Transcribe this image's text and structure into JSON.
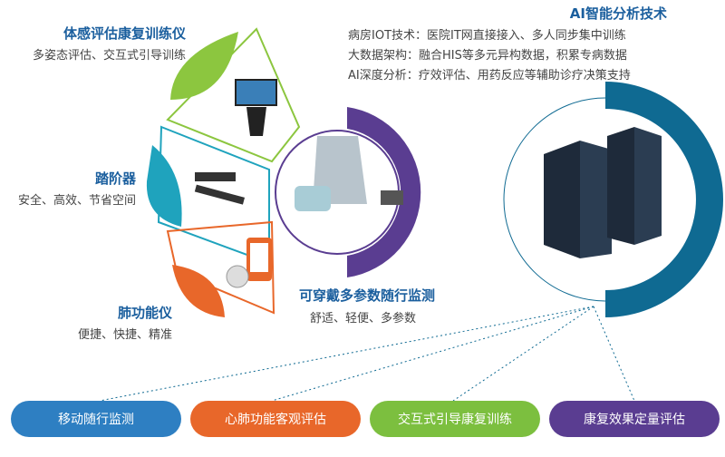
{
  "devices": [
    {
      "title": "体感评估康复训练仪",
      "desc": "多姿态评估、交互式引导训练",
      "color": "#8cc63f"
    },
    {
      "title": "踏阶器",
      "desc": "安全、高效、节省空间",
      "color": "#1fa3bd"
    },
    {
      "title": "肺功能仪",
      "desc": "便捷、快捷、精准",
      "color": "#e8672a"
    }
  ],
  "wearable": {
    "title": "可穿戴多参数随行监测",
    "desc": "舒适、轻便、多参数",
    "color": "#5a3d91"
  },
  "ai": {
    "title": "AI智能分析技术",
    "lines": [
      "病房IOT技术：医院IT网直接接入、多人同步集中训练",
      "大数据架构：融合HIS等多元异构数据，积累专病数据",
      "AI深度分析：疗效评估、用药反应等辅助诊疗决策支持"
    ],
    "color": "#0f6a92"
  },
  "pills": [
    {
      "label": "移动随行监测",
      "color": "#2e7fc2"
    },
    {
      "label": "心肺功能客观评估",
      "color": "#e8672a"
    },
    {
      "label": "交互式引导康复训练",
      "color": "#7cbf3f"
    },
    {
      "label": "康复效果定量评估",
      "color": "#5a3d91"
    }
  ]
}
